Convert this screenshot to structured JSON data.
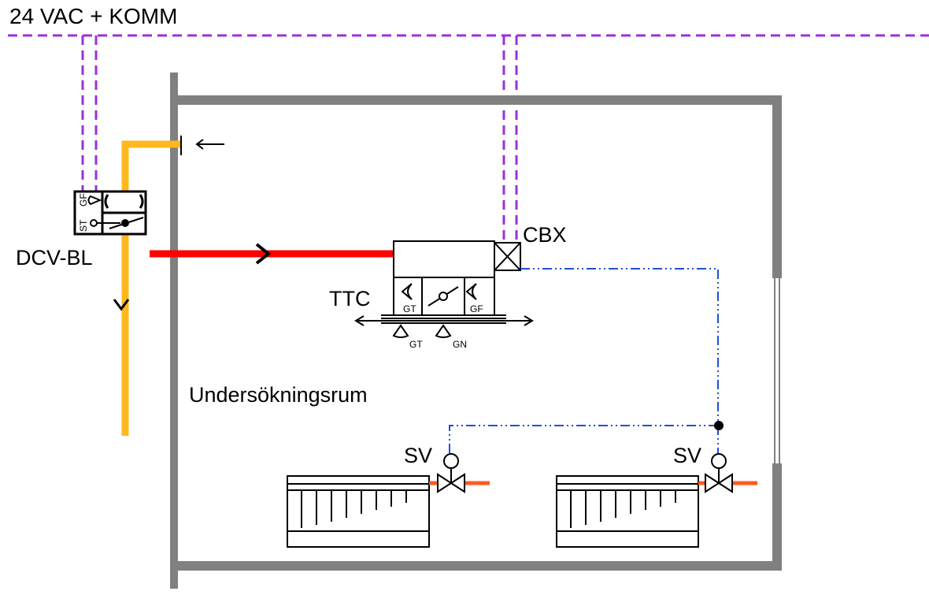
{
  "header": {
    "bus_label": "24 VAC + KOMM"
  },
  "labels": {
    "dcv_bl": "DCV-BL",
    "cbx": "CBX",
    "ttc": "TTC",
    "room": "Undersökningsrum",
    "sv_left": "SV",
    "sv_right": "SV",
    "st": "ST",
    "gf_dcv": "GF",
    "gt_ttc": "GT",
    "gf_ttc": "GF",
    "gt_under": "GT",
    "gn_under": "GN"
  },
  "colors": {
    "bus": "#9b30d9",
    "signal": "#1f4fe0",
    "supply_air": "#ff0000",
    "exhaust_air": "#ffb81c",
    "wall": "#808080",
    "pipe": "#ff5a1f"
  }
}
